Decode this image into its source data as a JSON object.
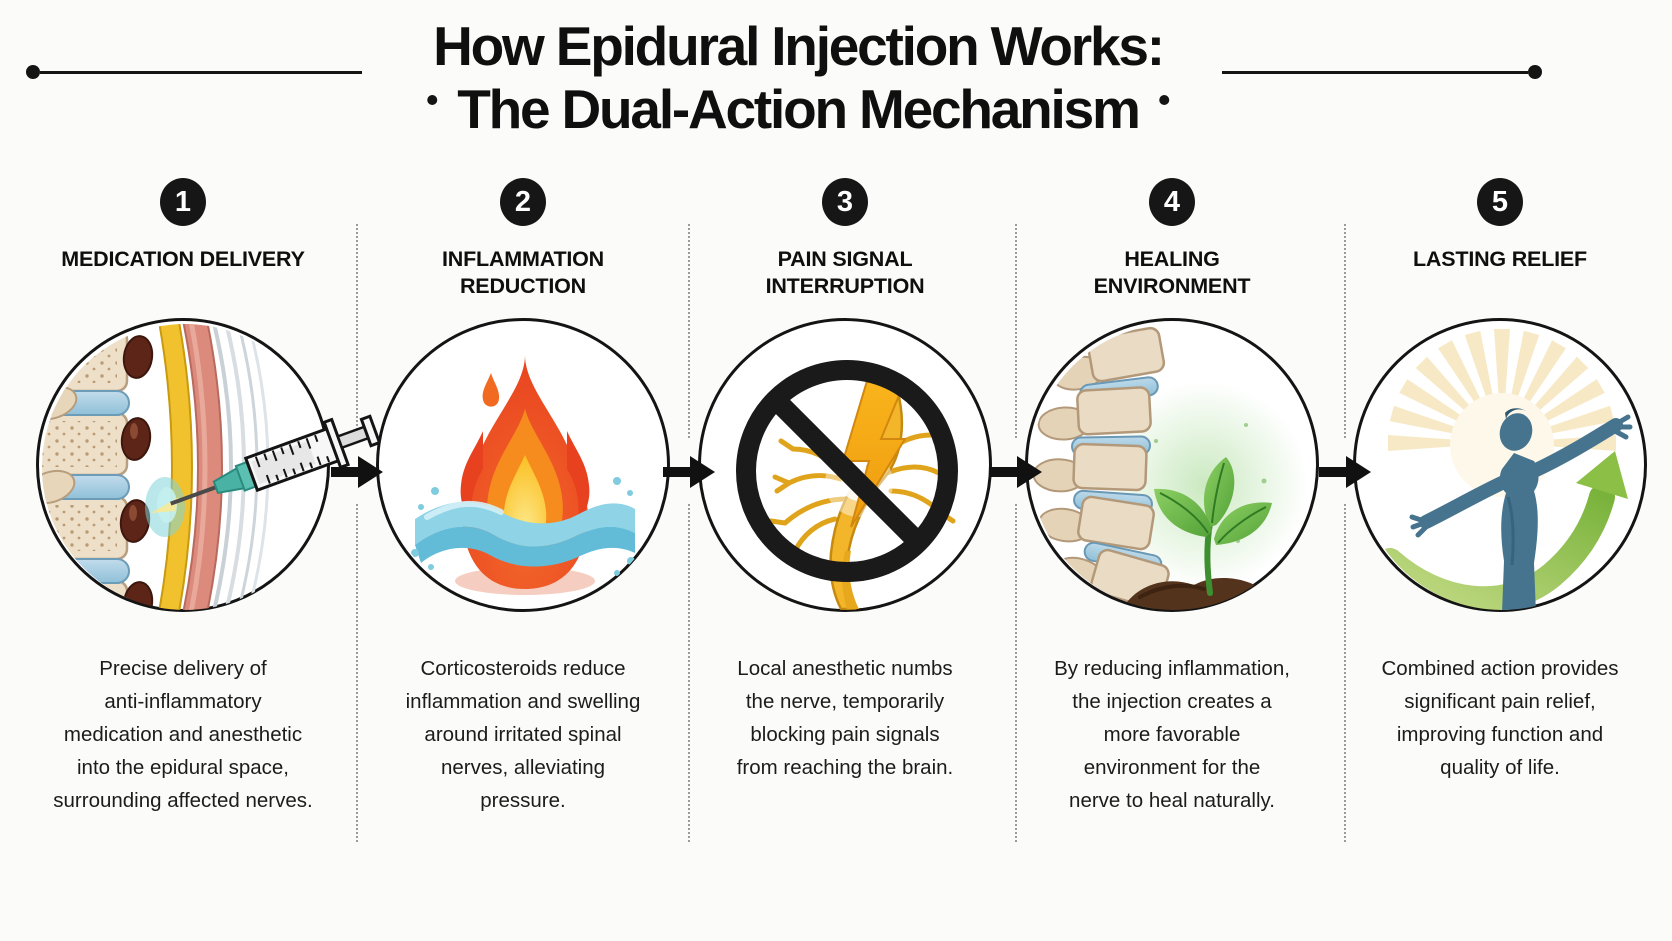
{
  "header": {
    "title_line1": "How Epidural Injection Works:",
    "title_line2": "The Dual-Action Mechanism"
  },
  "steps": [
    {
      "number": "1",
      "title": "MEDICATION DELIVERY",
      "description": "Precise delivery of\nanti-inflammatory\nmedication and anesthetic\ninto the epidural space,\nsurrounding affected nerves.",
      "icon": "spine-epidural-injection"
    },
    {
      "number": "2",
      "title": "INFLAMMATION\nREDUCTION",
      "description": "Corticosteroids reduce\ninflammation and swelling\naround irritated spinal\nnerves, alleviating\npressure.",
      "icon": "flame-cooled-by-water"
    },
    {
      "number": "3",
      "title": "PAIN SIGNAL\nINTERRUPTION",
      "description": "Local anesthetic numbs\nthe nerve, temporarily\nblocking pain signals\nfrom reaching the brain.",
      "icon": "blocked-nerve-signal"
    },
    {
      "number": "4",
      "title": "HEALING\nENVIRONMENT",
      "description": "By reducing inflammation,\nthe injection creates a\nmore favorable\nenvironment for the\nnerve to heal naturally.",
      "icon": "spine-with-seedling"
    },
    {
      "number": "5",
      "title": "LASTING RELIEF",
      "description": "Combined action provides\nsignificant pain relief,\nimproving function and\nquality of life.",
      "icon": "person-arms-raised-growth-arrow"
    }
  ],
  "connector": {
    "icon": "right-arrow"
  },
  "colors": {
    "background": "#fbfbfa",
    "ink": "#141414",
    "flame_red": "#e8411f",
    "flame_orange": "#f78c1e",
    "flame_yellow": "#fdd23e",
    "water_blue": "#8ed3e6",
    "nerve_gold": "#f3b62b",
    "bone_beige": "#eedfc8",
    "disc_blue": "#a9cfe3",
    "plant_green": "#6cbf47",
    "soil_brown": "#54331c",
    "person_teal": "#46748e",
    "growth_green": "#8cbf45"
  }
}
